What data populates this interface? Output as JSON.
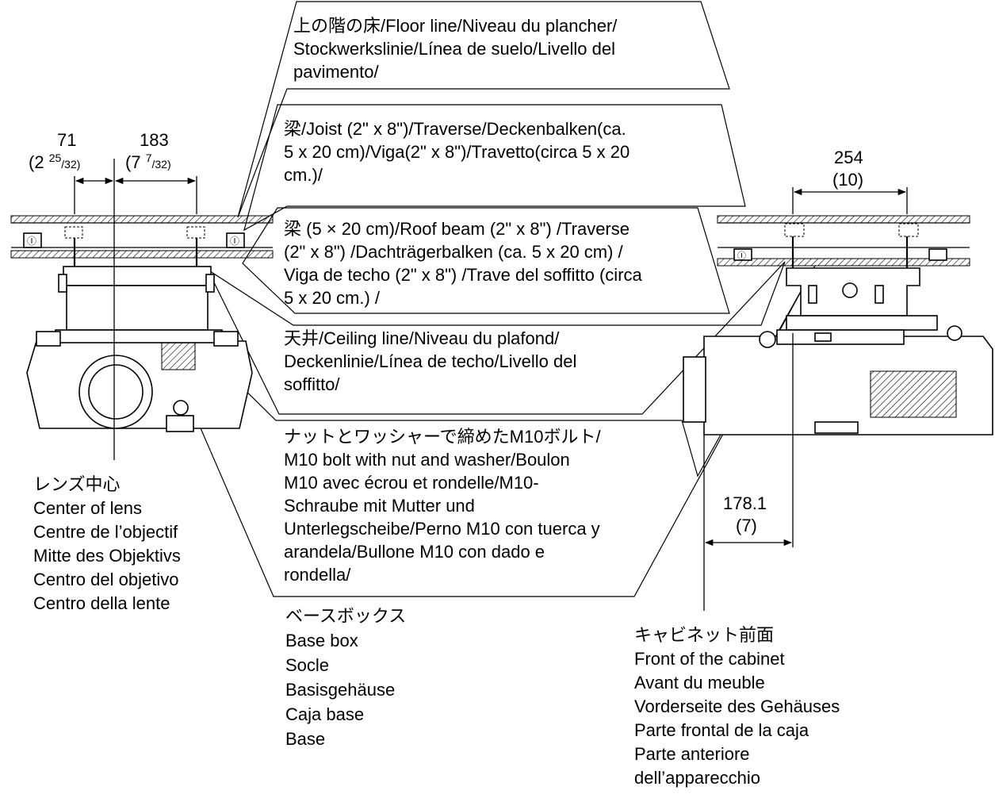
{
  "callouts": {
    "floor": [
      "上の階の床/Floor line/Niveau du plancher/",
      "Stockwerkslinie/Línea de suelo/Livello del",
      "pavimento/"
    ],
    "joist": [
      "梁/Joist (2\" x 8\")/Traverse/Deckenbalken(ca.",
      "5 x 20 cm)/Viga(2\" x 8\")/Travetto(circa 5 x 20",
      "cm.)/"
    ],
    "roof_beam": [
      "梁 (5 × 20 cm)/Roof beam (2\" x 8\") /Traverse",
      "(2\" x 8\") /Dachträgerbalken (ca. 5 x 20 cm) /",
      "Viga de techo (2\" x 8\") /Trave del soffitto (circa",
      "5 x 20 cm.) /"
    ],
    "ceiling": [
      "天井/Ceiling line/Niveau du plafond/",
      "Deckenlinie/Línea de techo/Livello del",
      "soffitto/"
    ],
    "bolt": [
      "ナットとワッシャーで締めたM10ボルト/",
      "M10 bolt with nut and washer/Boulon",
      "M10 avec écrou et rondelle/M10-",
      "Schraube mit Mutter und",
      "Unterlegscheibe/Perno M10 con tuerca y",
      "arandela/Bullone M10 con dado e",
      "rondella/"
    ]
  },
  "labels": {
    "lens_center": [
      "レンズ中心",
      "Center of lens",
      "Centre de l’objectif",
      "Mitte des Objektivs",
      "Centro del objetivo",
      "Centro della lente"
    ],
    "base_box": [
      "ベースボックス",
      "Base box",
      "Socle",
      "Basisgehäuse",
      "Caja base",
      "Base"
    ],
    "cabinet_front": [
      "キャビネット前面",
      "Front of the cabinet",
      "Avant du meuble",
      "Vorderseite des Gehäuses",
      "Parte frontal de la caja",
      "Parte anteriore",
      "dell’apparecchio"
    ]
  },
  "dimensions": {
    "d71": {
      "mm": "71",
      "inch_whole": "(2 ",
      "inch_num": "25",
      "inch_den": "/32)"
    },
    "d183": {
      "mm": "183",
      "inch_whole": "(7 ",
      "inch_num": "7",
      "inch_den": "/32)"
    },
    "d254": {
      "mm": "254",
      "inch": "(10)"
    },
    "d178": {
      "mm": "178.1",
      "inch": "(7)"
    }
  },
  "beam_tags": [
    "Ⓘ",
    "Ⓘ",
    "Ⓘ"
  ]
}
